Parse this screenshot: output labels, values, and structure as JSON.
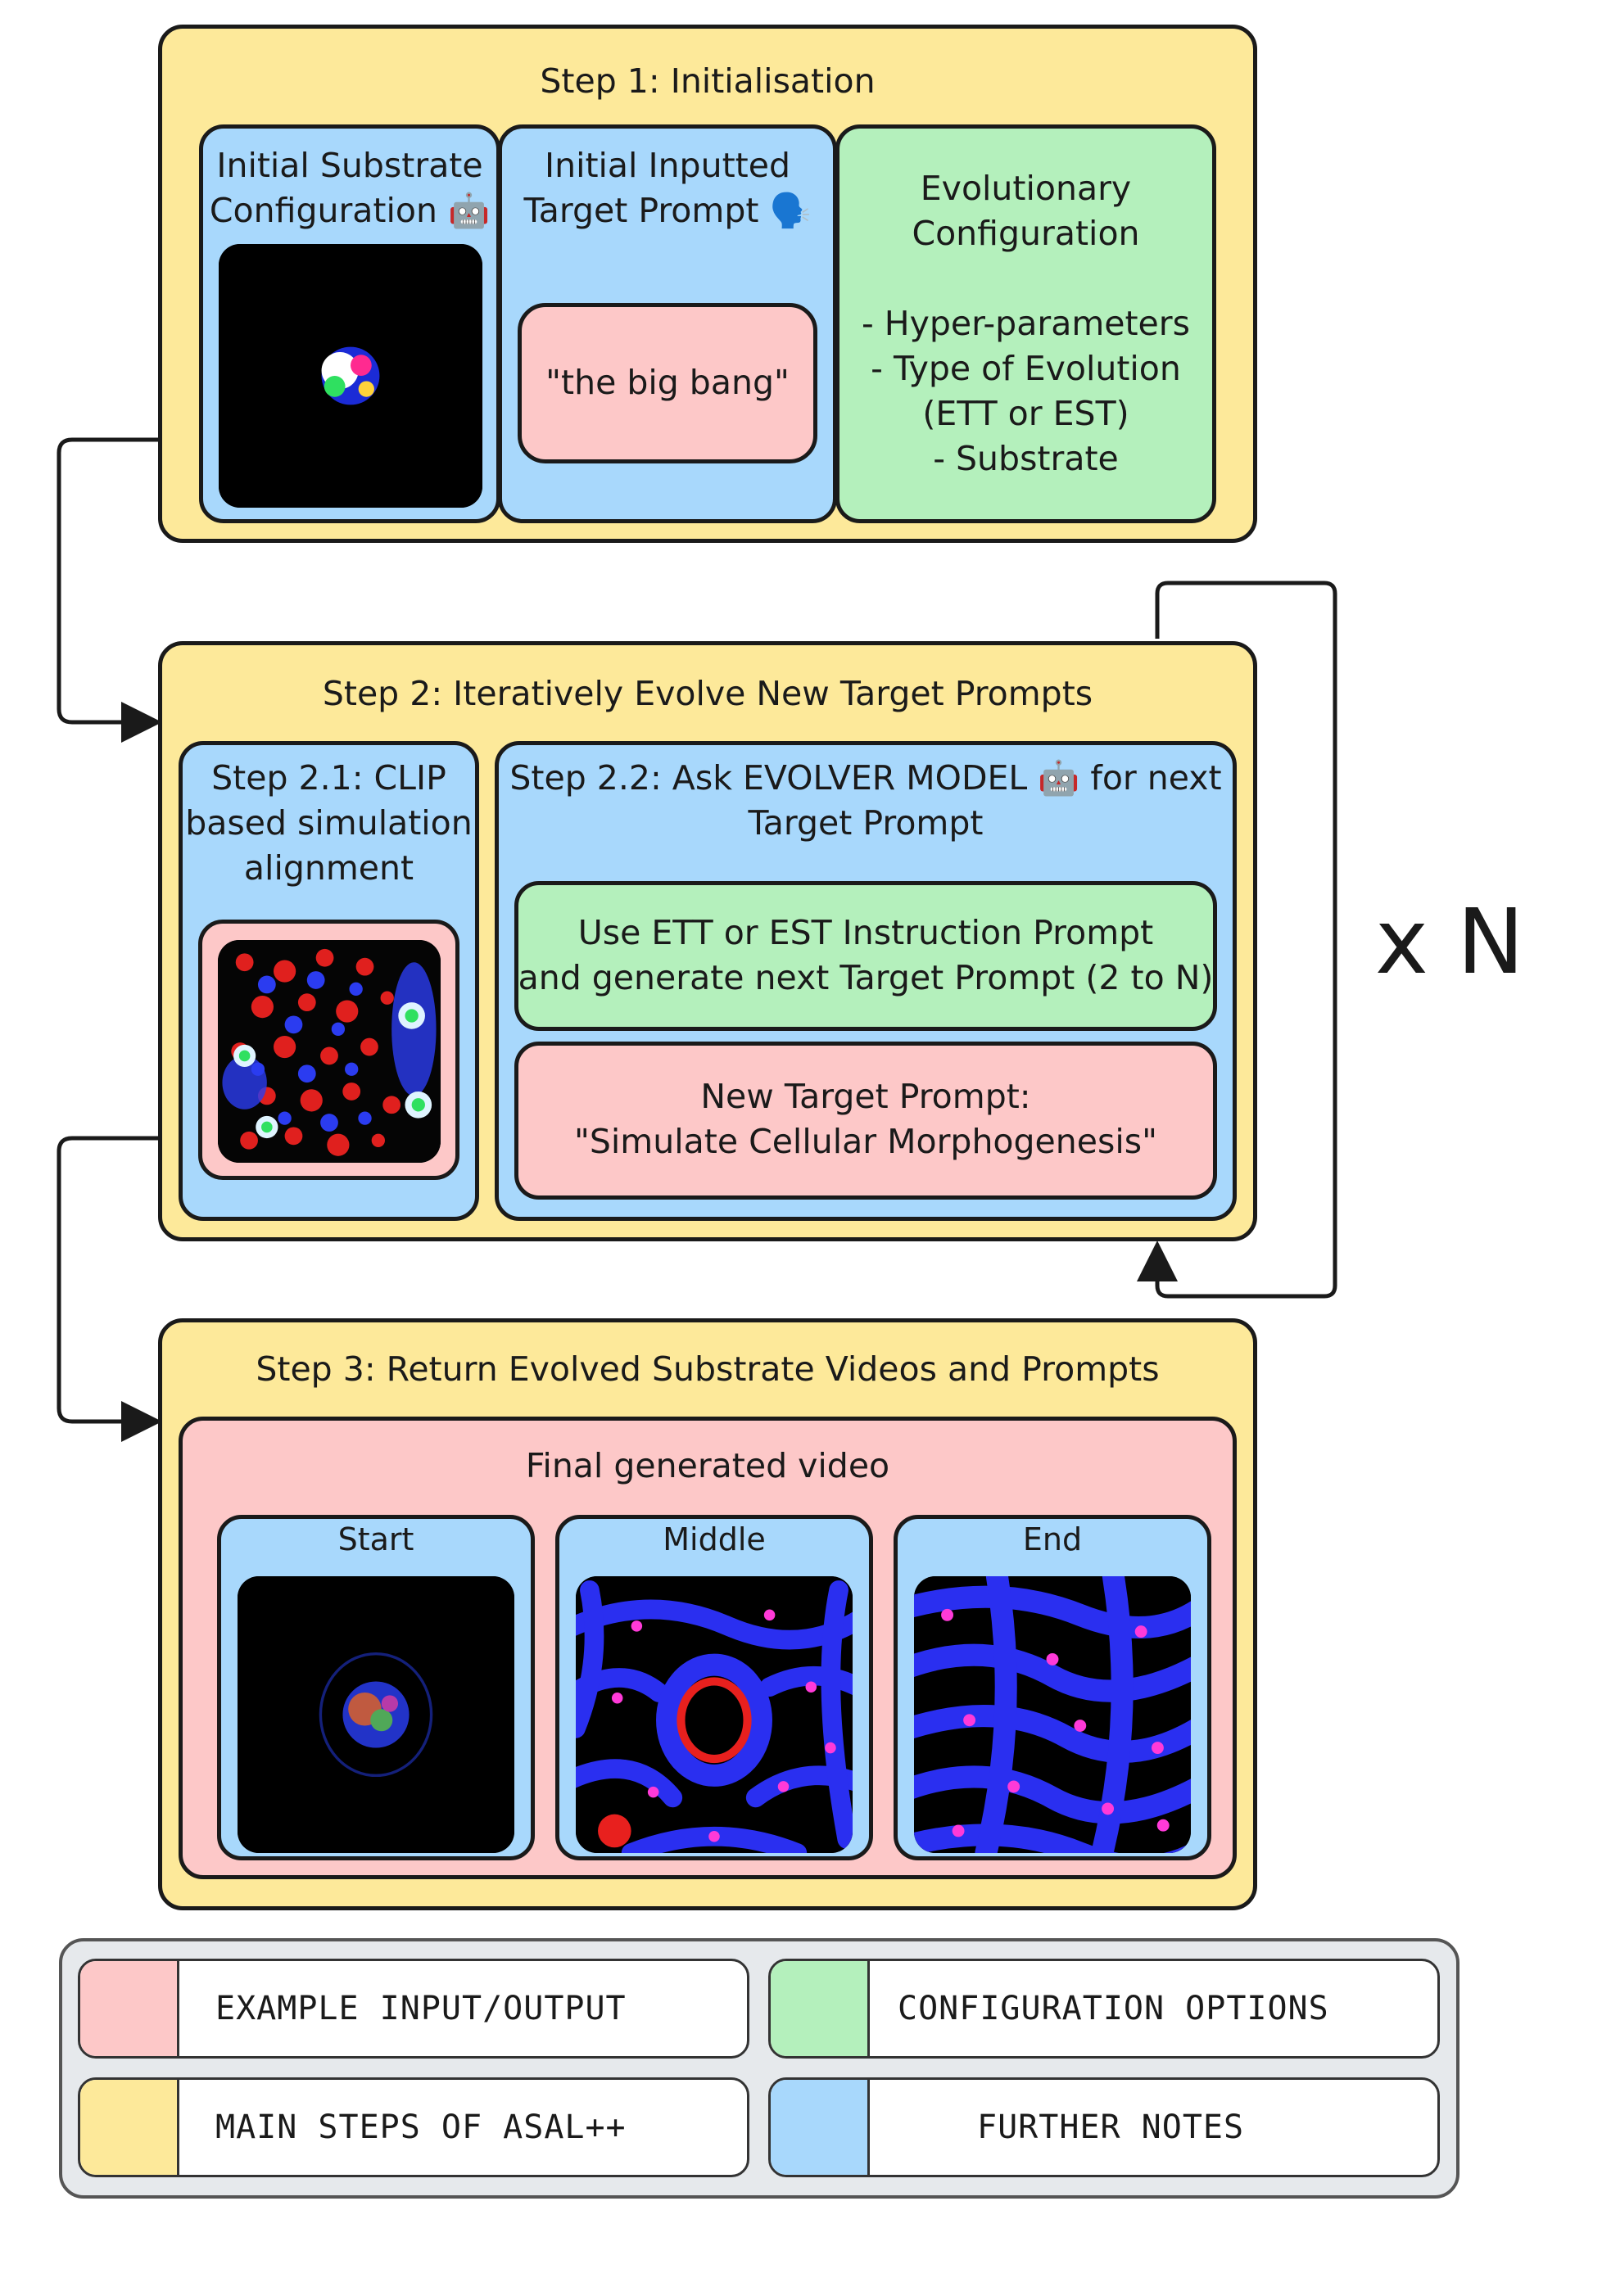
{
  "step1": {
    "title": "Step 1: Initialisation",
    "substrate_title": "Initial Substrate\nConfiguration 🤖",
    "prompt_title": "Initial Inputted\nTarget Prompt 🗣️",
    "prompt_value": "\"the big bang\"",
    "evo_config": "Evolutionary\nConfiguration\n\n- Hyper-parameters\n- Type of Evolution\n(ETT or EST)\n- Substrate"
  },
  "step2": {
    "title": "Step 2: Iteratively Evolve New Target Prompts",
    "clip_title": "Step 2.1: CLIP\nbased simulation\nalignment",
    "evolver_title": "Step 2.2: Ask EVOLVER MODEL 🤖 for next\nTarget Prompt",
    "instruction": "Use ETT or EST Instruction Prompt\nand generate next Target Prompt (2 to N)",
    "new_prompt": "New Target Prompt:\n\"Simulate Cellular Morphogenesis\"",
    "loop_label": "x N"
  },
  "step3": {
    "title": "Step 3: Return Evolved Substrate Videos and Prompts",
    "video_title": "Final generated video",
    "frames": [
      "Start",
      "Middle",
      "End"
    ]
  },
  "legend": {
    "items": [
      {
        "label": "EXAMPLE INPUT/OUTPUT",
        "color": "#fdc8c8"
      },
      {
        "label": "CONFIGURATION OPTIONS",
        "color": "#b4f0bc"
      },
      {
        "label": "MAIN STEPS OF ASAL++",
        "color": "#fde99a"
      },
      {
        "label": "FURTHER NOTES",
        "color": "#a8d8fc"
      }
    ]
  },
  "colors": {
    "main_step": "#fde99a",
    "notes": "#a8d8fc",
    "config": "#b4f0bc",
    "example": "#fdc8c8"
  }
}
